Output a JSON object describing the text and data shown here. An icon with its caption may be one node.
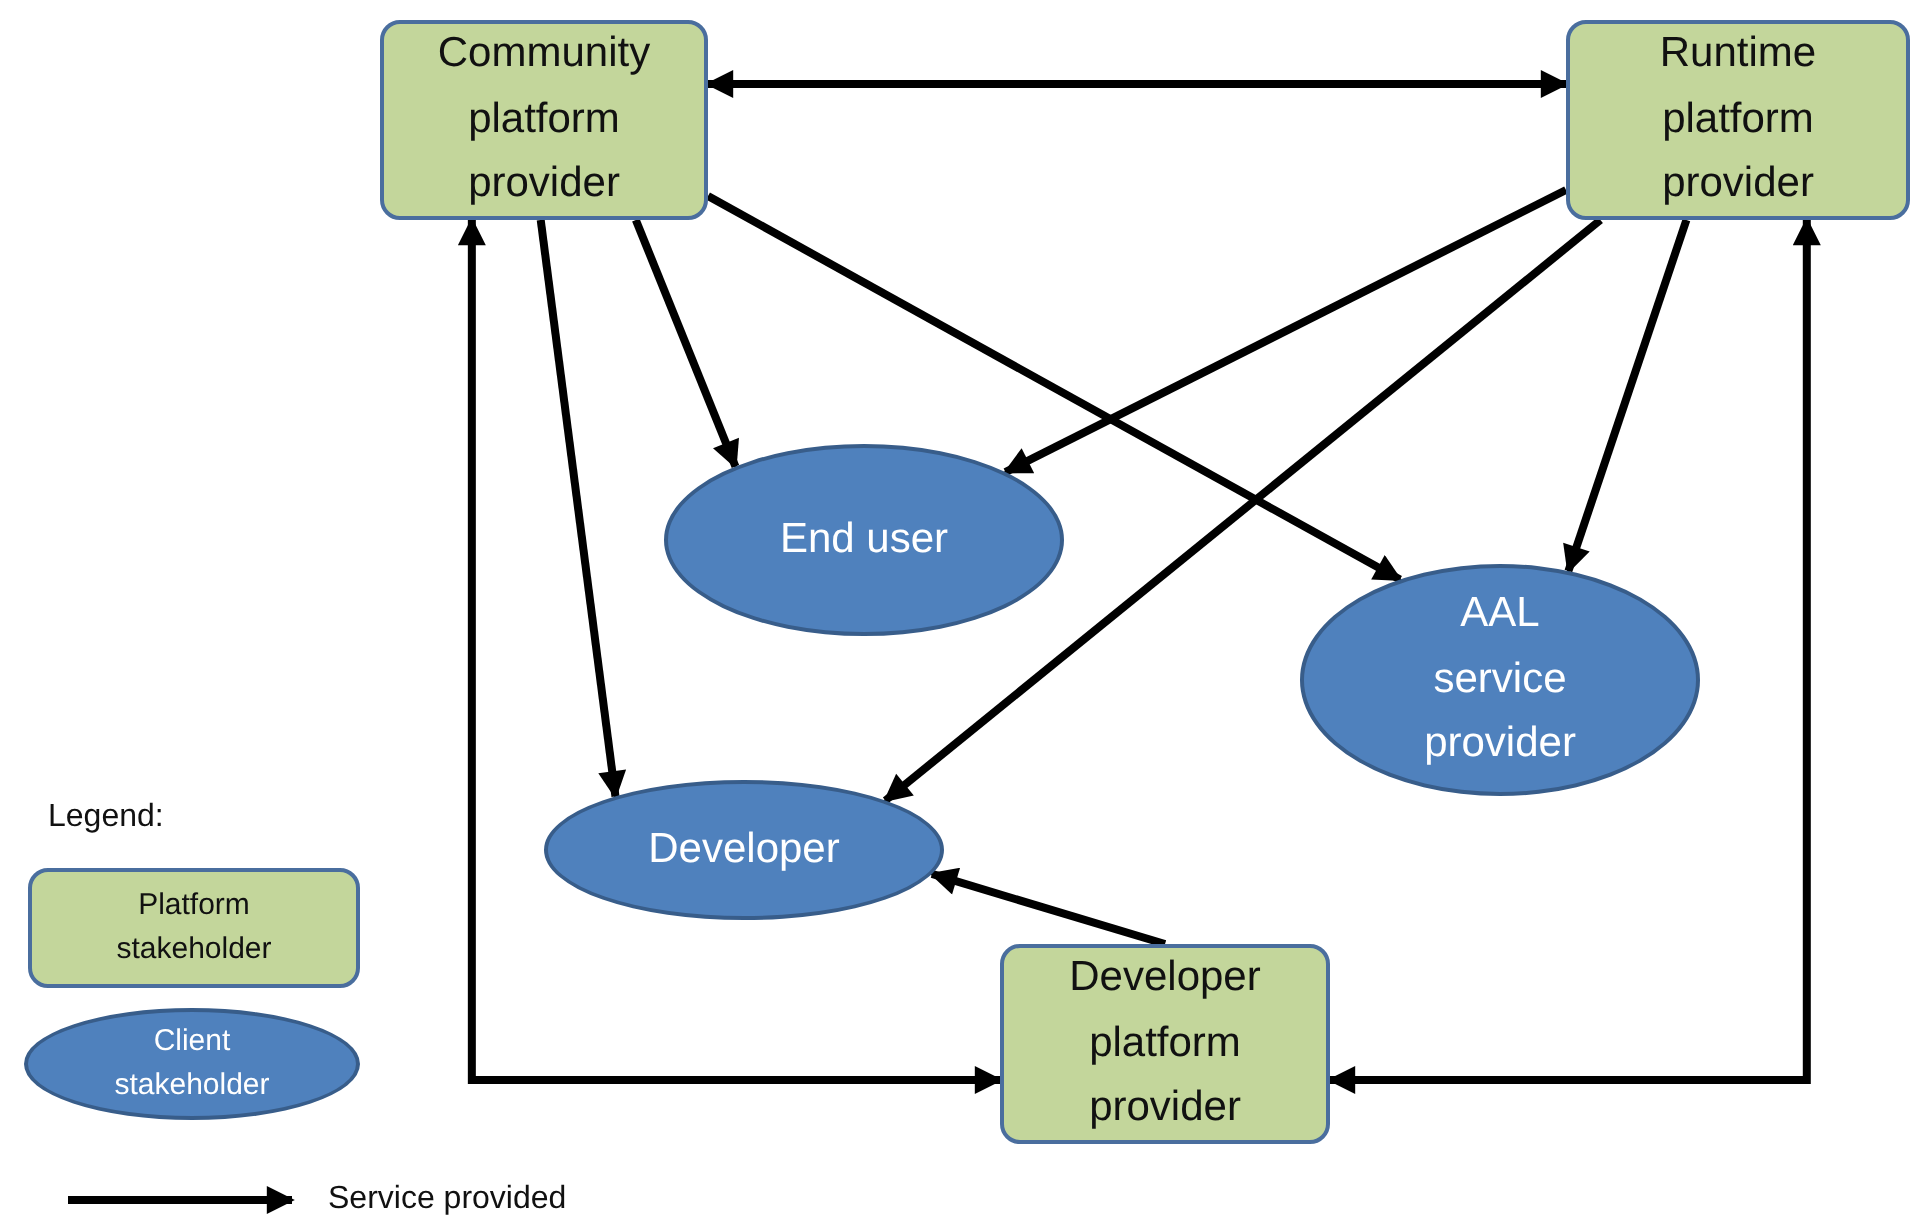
{
  "diagram": {
    "nodes": [
      {
        "text": [
          "Community platform provider"
        ]
      },
      {
        "text": [
          "Runtime platform provider"
        ]
      },
      {
        "text": [
          "End user"
        ]
      },
      {
        "text": [
          "AAL service provider"
        ]
      },
      {
        "text": [
          "Developer"
        ]
      },
      {
        "text": [
          "Developer platform provider"
        ]
      }
    ],
    "edges": [
      {
        "from": 0,
        "to": 1,
        "arrow": "both"
      },
      {
        "from": 0,
        "to": 2,
        "arrow": "to"
      },
      {
        "from": 0,
        "to": 4,
        "arrow": "to"
      },
      {
        "from": 0,
        "to": 3,
        "arrow": "to"
      },
      {
        "from": 1,
        "to": 2,
        "arrow": "to"
      },
      {
        "from": 1,
        "to": 4,
        "arrow": "to"
      },
      {
        "from": 1,
        "to": 3,
        "arrow": "to"
      },
      {
        "from": 5,
        "to": 4,
        "arrow": "to"
      },
      {
        "from": 0,
        "to": 5,
        "arrow": "both"
      },
      {
        "from": 1,
        "to": 5,
        "arrow": "both"
      }
    ],
    "labels": [
      "Legend:"
    ],
    "legend": [
      {
        "text": "Platform stakeholder"
      },
      {
        "text": "Client stakeholder"
      },
      {
        "text": "Service provided"
      }
    ]
  }
}
